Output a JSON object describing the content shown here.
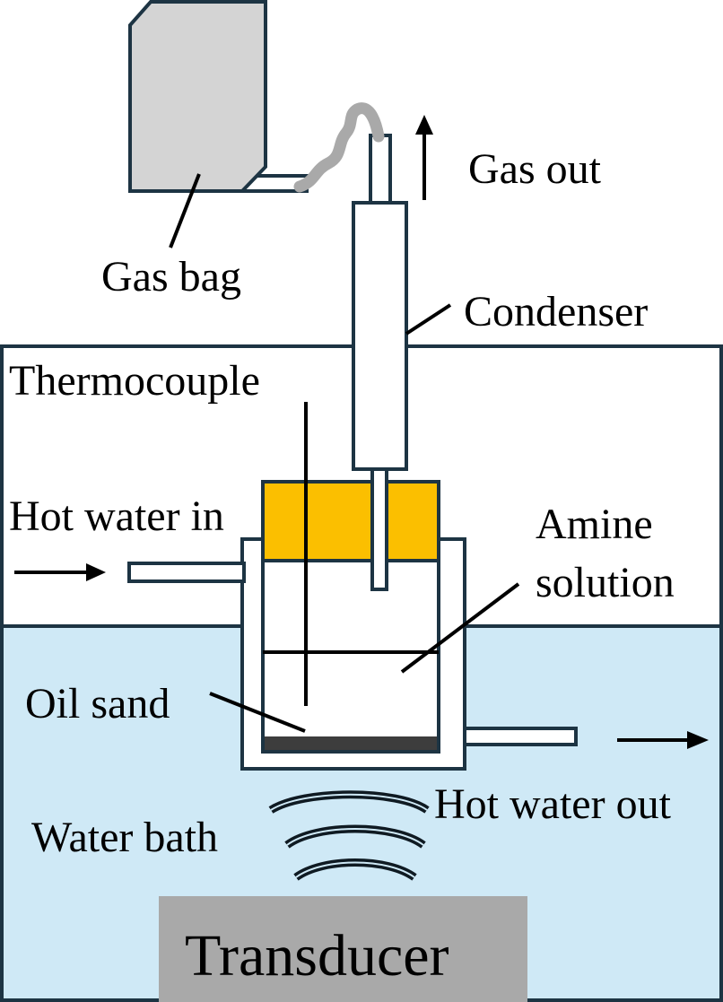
{
  "labels": {
    "gas_bag": "Gas bag",
    "gas_out": "Gas out",
    "condenser": "Condenser",
    "thermocouple": "Thermocouple",
    "hot_water_in": "Hot water in",
    "amine_line1": "Amine",
    "amine_line2": "solution",
    "oil_sand": "Oil sand",
    "hot_water_out": "Hot water out",
    "water_bath": "Water bath",
    "transducer": "Transducer"
  },
  "colors": {
    "water": "#cfe9f6",
    "stroke": "#1d3443",
    "gas_bag_fill": "#d4d4d4",
    "tube_gray": "#a9a9a9",
    "lid": "#fbbf00",
    "oil_sand": "#3d3d3d",
    "transducer": "#a9a9a9"
  }
}
